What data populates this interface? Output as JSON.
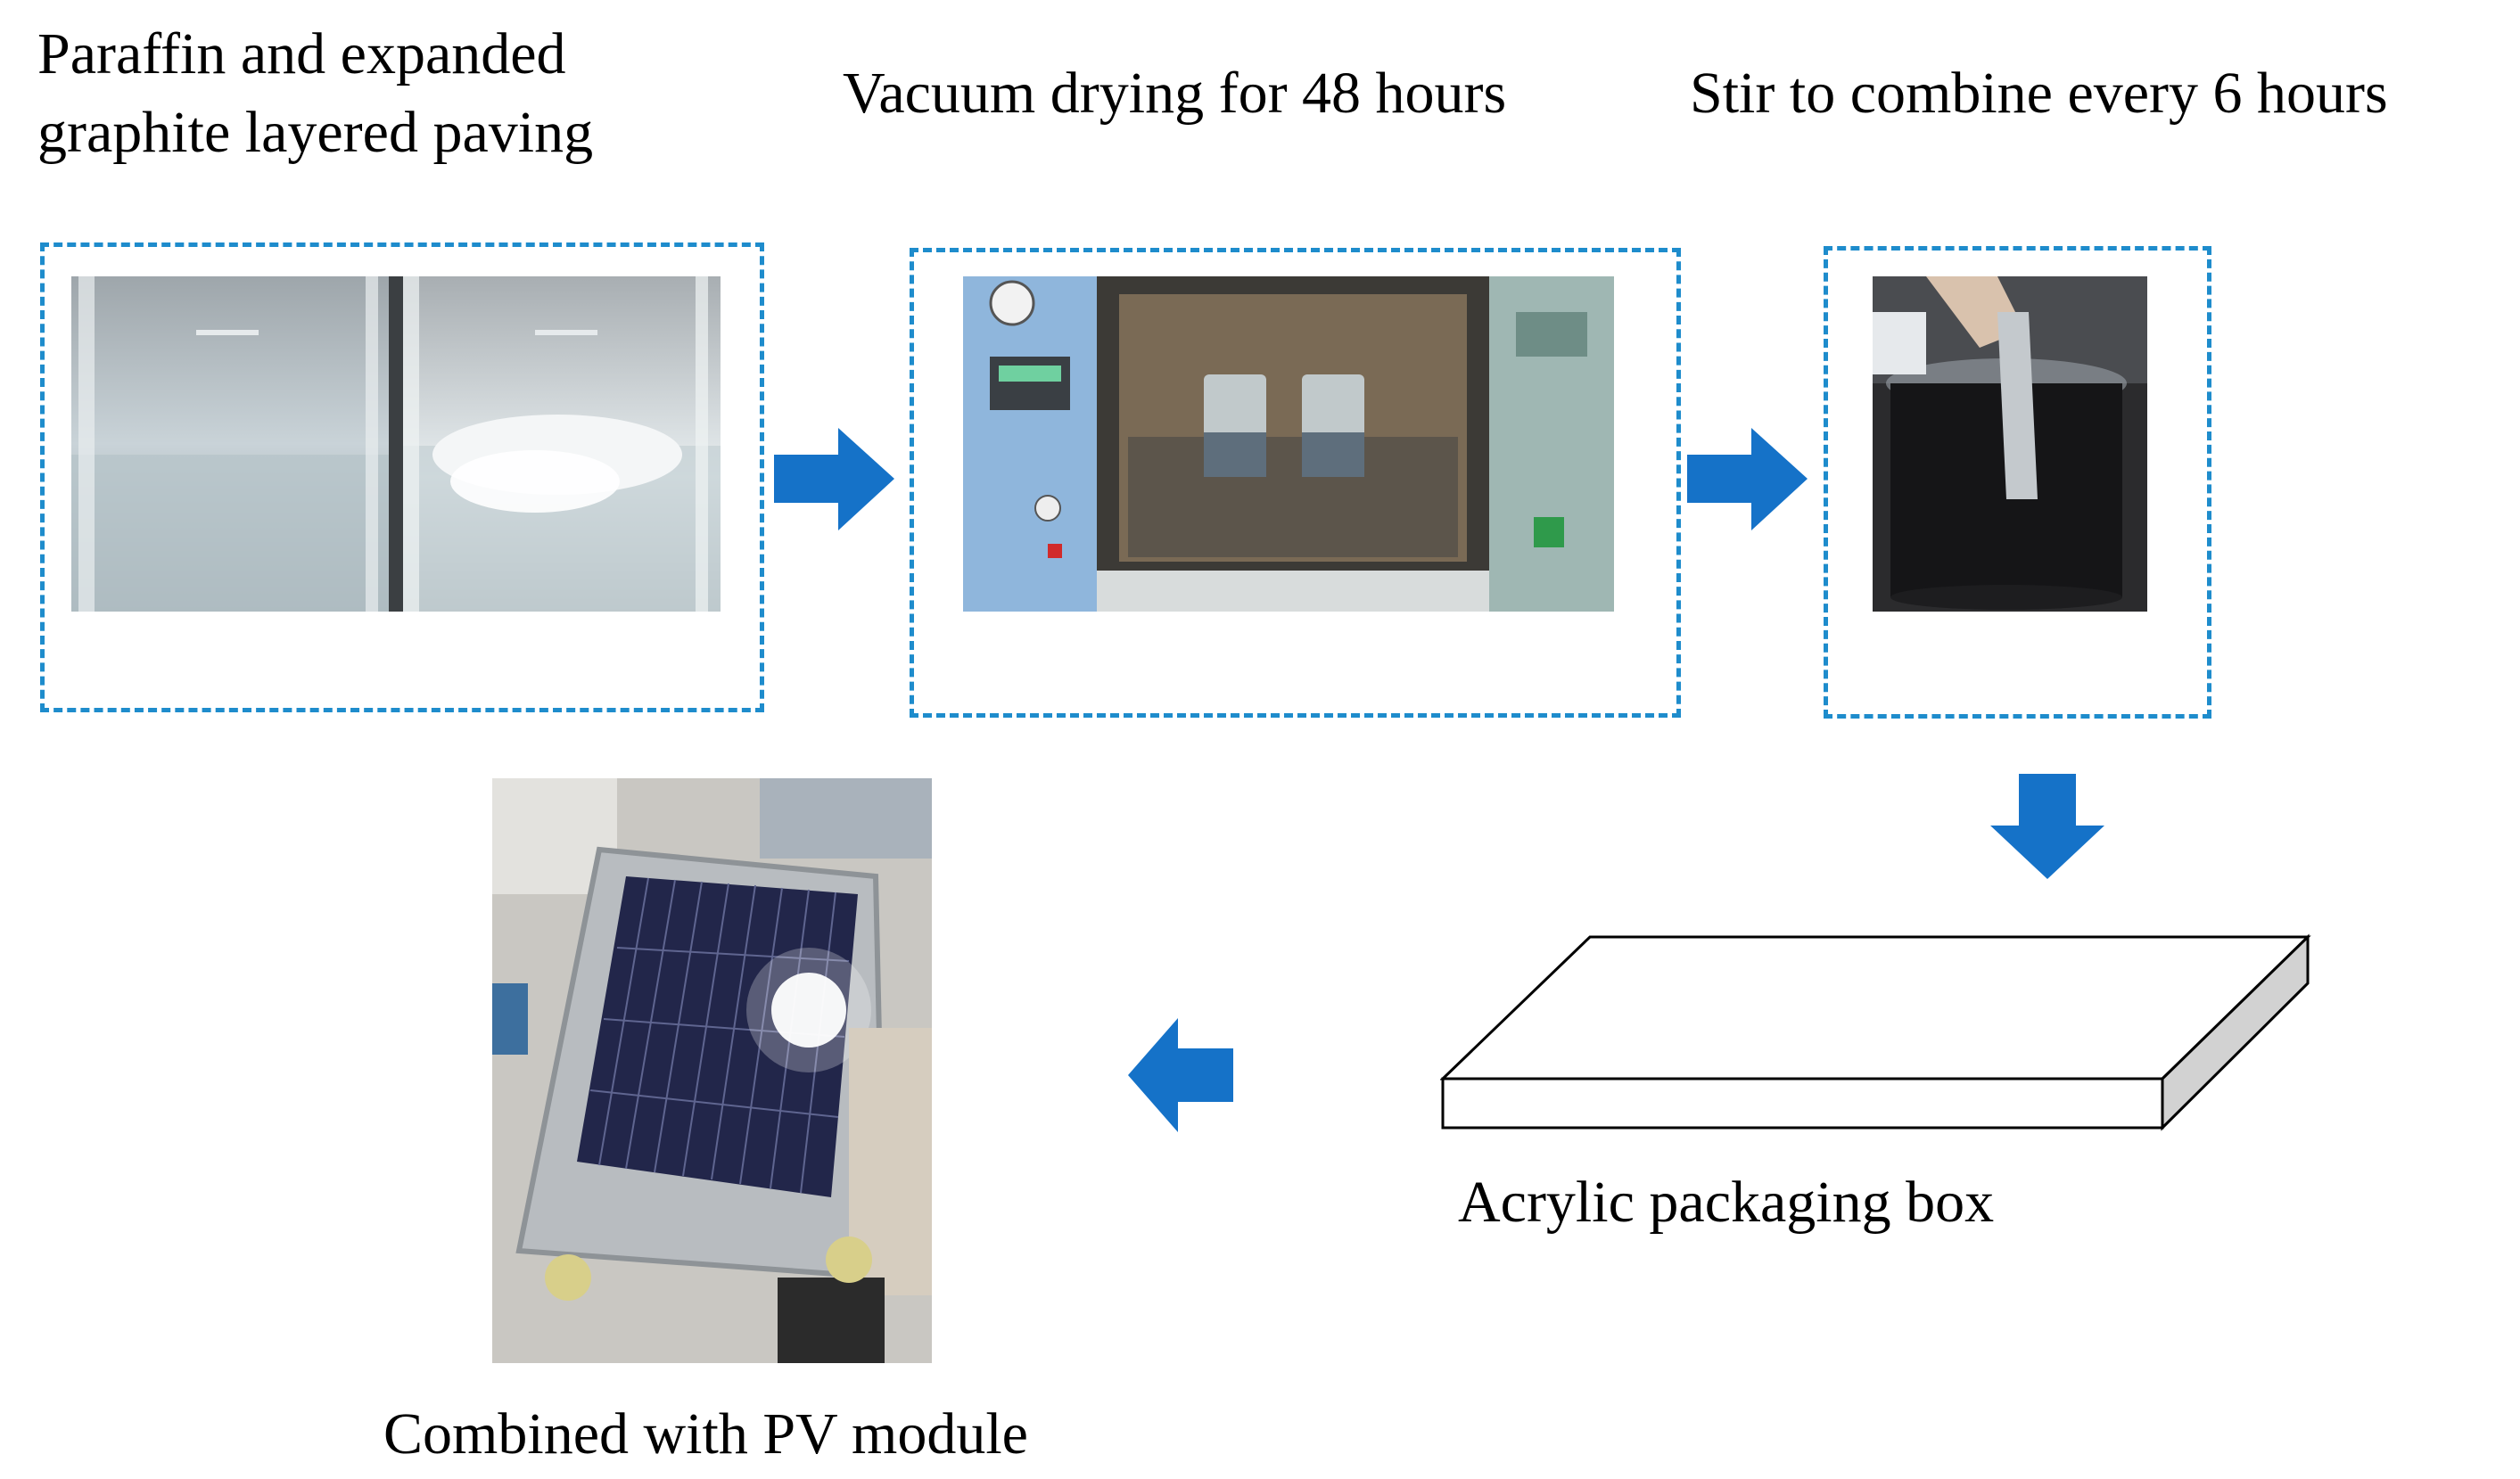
{
  "steps": {
    "step1": {
      "label_line1": "Paraffin and expanded",
      "label_line2": "graphite layered paving"
    },
    "step2": {
      "label": "Vacuum drying for 48 hours"
    },
    "step3": {
      "label": "Stir to combine every 6 hours"
    },
    "step4": {
      "label": "Acrylic packaging box"
    },
    "step5": {
      "label": "Combined with PV module"
    }
  },
  "colors": {
    "arrow": "#1572c8",
    "dash": "#1e8ccc"
  },
  "arrows": [
    "right-arrow",
    "right-arrow",
    "down-arrow",
    "left-arrow"
  ]
}
